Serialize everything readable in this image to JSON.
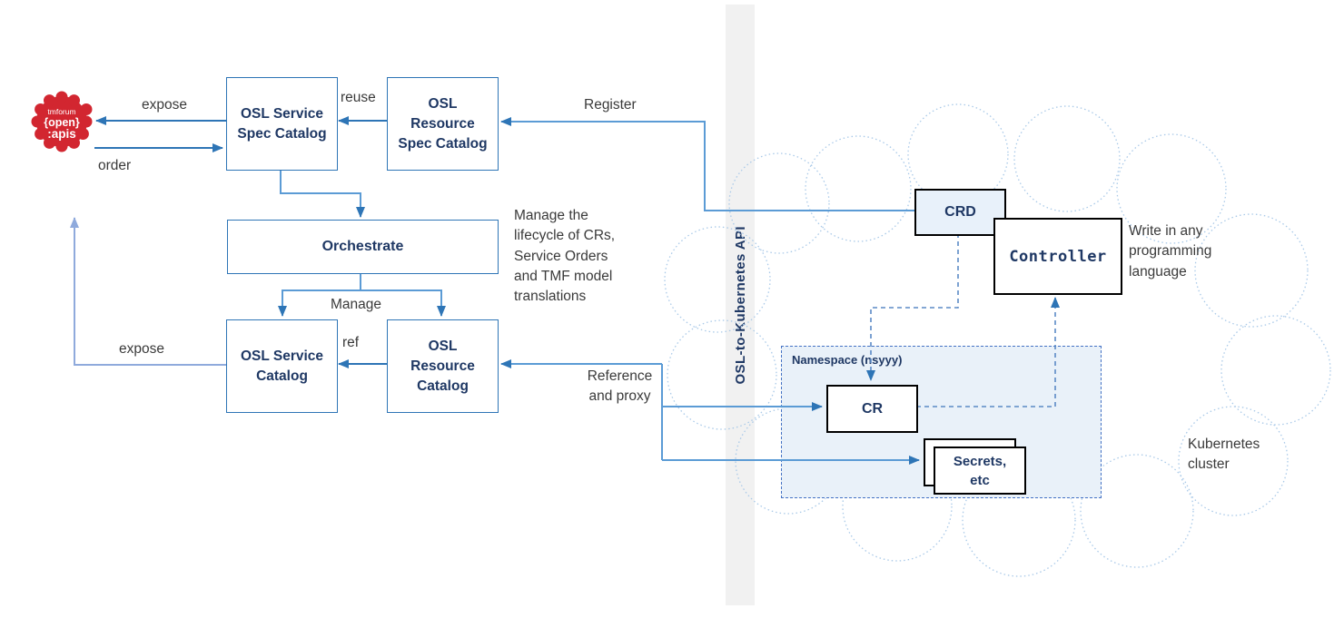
{
  "logo": {
    "line1": "tmforum",
    "line2": "{open}",
    "line3": ":apis"
  },
  "boxes": {
    "service_spec": "OSL Service\nSpec Catalog",
    "resource_spec": "OSL\nResource\nSpec Catalog",
    "orchestrate": "Orchestrate",
    "service_catalog": "OSL Service\nCatalog",
    "resource_catalog": "OSL\nResource\nCatalog",
    "crd": "CRD",
    "controller": "Controller",
    "cr": "CR",
    "secrets": "Secrets,\netc"
  },
  "edge_labels": {
    "expose_top": "expose",
    "order": "order",
    "reuse": "reuse",
    "register": "Register",
    "manage": "Manage",
    "ref": "ref",
    "expose_left": "expose",
    "reference_proxy": "Reference\nand proxy"
  },
  "annotations": {
    "manage_lifecycle": "Manage the\nlifecycle of CRs,\nService Orders\nand TMF model\ntranslations",
    "write_any": "Write in any\nprogramming\nlanguage",
    "kubernetes_cluster": "Kubernetes\ncluster"
  },
  "api_bar": {
    "label": "OSL-to-Kubernetes API"
  },
  "namespace": {
    "label": "Namespace (nsyyy)"
  },
  "colors": {
    "box_border": "#2e75b6",
    "box_text": "#1f3864",
    "connector": "#5b9bd5",
    "connector_dark": "#2e75b6",
    "connector_light": "#8faadc",
    "dashed_connector": "#5b8ac6",
    "logo_red": "#d22630",
    "crd_fill": "#e8f1fa",
    "namespace_fill": "#e9f1f9",
    "bar_fill": "#f1f1f1",
    "cloud_stroke": "#a9c9e8"
  }
}
